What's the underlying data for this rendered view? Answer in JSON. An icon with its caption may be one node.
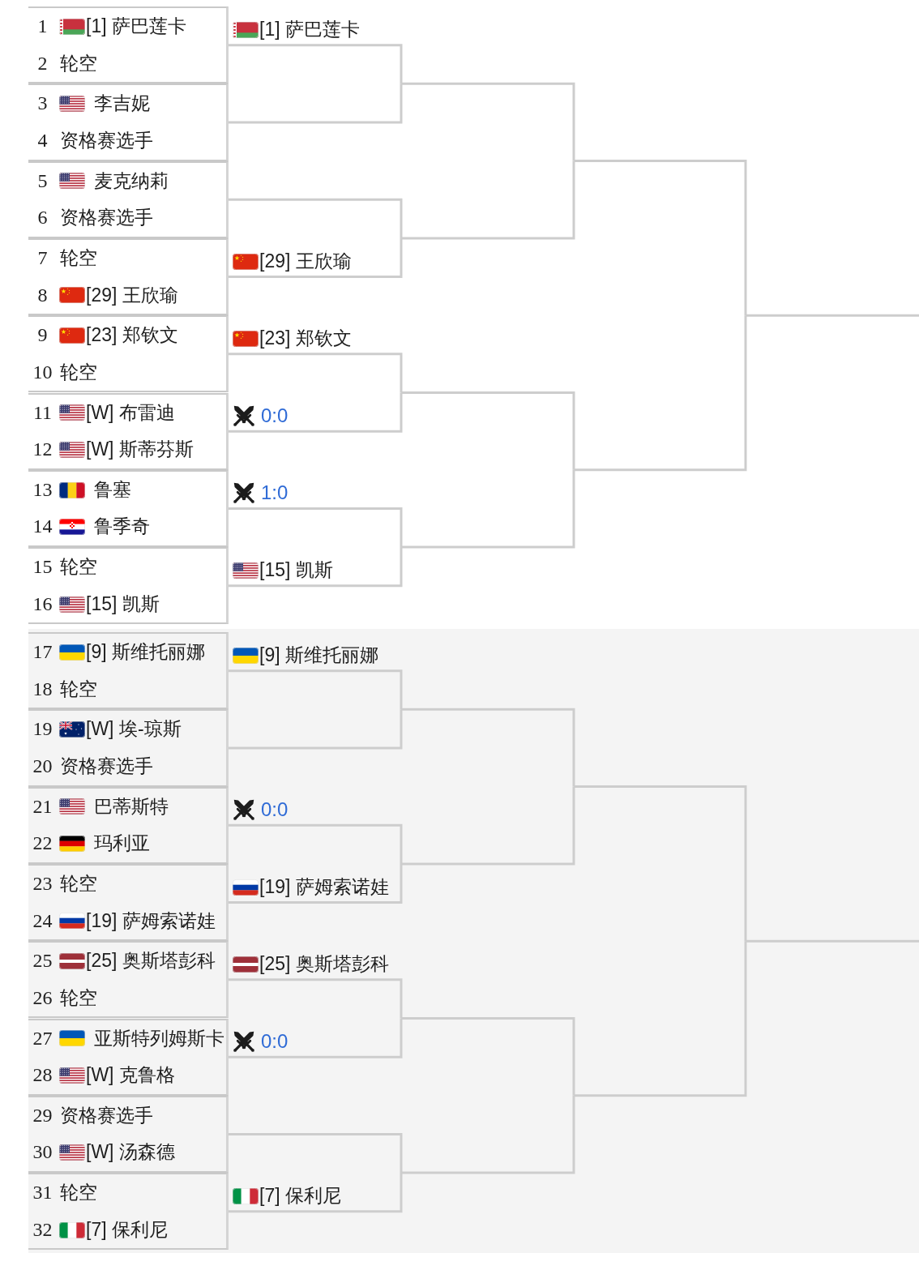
{
  "diagram": {
    "nodes": [
      {
        "text": [],
        "shape": "box"
      },
      {
        "text": [
          "1",
          "[1] 萨巴莲卡"
        ],
        "in": 0
      },
      {
        "text": [
          "2",
          "轮空"
        ],
        "in": 0
      },
      {
        "text": [],
        "shape": "box"
      },
      {
        "text": [
          "3",
          "李吉妮"
        ],
        "in": 3
      },
      {
        "text": [
          "4",
          "资格赛选手"
        ],
        "in": 3
      },
      {
        "text": [],
        "shape": "box"
      },
      {
        "text": [
          "5",
          "麦克纳莉"
        ],
        "in": 6
      },
      {
        "text": [
          "6",
          "资格赛选手"
        ],
        "in": 6
      },
      {
        "text": [],
        "shape": "box"
      },
      {
        "text": [
          "7",
          "轮空"
        ],
        "in": 9
      },
      {
        "text": [
          "8",
          "[29] 王欣瑜"
        ],
        "in": 9
      },
      {
        "text": [],
        "shape": "box"
      },
      {
        "text": [
          "9",
          "[23] 郑钦文"
        ],
        "in": 12
      },
      {
        "text": [
          "10",
          "轮空"
        ],
        "in": 12
      },
      {
        "text": [],
        "shape": "box"
      },
      {
        "text": [
          "11",
          "[W] 布雷迪"
        ],
        "in": 15
      },
      {
        "text": [
          "12",
          "[W] 斯蒂芬斯"
        ],
        "in": 15
      },
      {
        "text": [],
        "shape": "box"
      },
      {
        "text": [
          "13",
          "鲁塞"
        ],
        "in": 18
      },
      {
        "text": [
          "14",
          "鲁季奇"
        ],
        "in": 18
      },
      {
        "text": [],
        "shape": "box"
      },
      {
        "text": [
          "15",
          "轮空"
        ],
        "in": 21
      },
      {
        "text": [
          "16",
          "[15] 凯斯"
        ],
        "in": 21
      },
      {
        "text": [],
        "shape": "box"
      },
      {
        "text": [
          "17",
          "[9] 斯维托丽娜"
        ],
        "in": 24
      },
      {
        "text": [
          "18",
          "轮空"
        ],
        "in": 24
      },
      {
        "text": [],
        "shape": "box"
      },
      {
        "text": [
          "19",
          "[W] 埃-琼斯"
        ],
        "in": 27
      },
      {
        "text": [
          "20",
          "资格赛选手"
        ],
        "in": 27
      },
      {
        "text": [],
        "shape": "box"
      },
      {
        "text": [
          "21",
          "巴蒂斯特"
        ],
        "in": 30
      },
      {
        "text": [
          "22",
          "玛利亚"
        ],
        "in": 30
      },
      {
        "text": [],
        "shape": "box"
      },
      {
        "text": [
          "23",
          "轮空"
        ],
        "in": 33
      },
      {
        "text": [
          "24",
          "[19] 萨姆索诺娃"
        ],
        "in": 33
      },
      {
        "text": [],
        "shape": "box"
      },
      {
        "text": [
          "25",
          "[25] 奥斯塔彭科"
        ],
        "in": 36
      },
      {
        "text": [
          "26",
          "轮空"
        ],
        "in": 36
      },
      {
        "text": [],
        "shape": "box"
      },
      {
        "text": [
          "27",
          "亚斯特列姆斯卡"
        ],
        "in": 39
      },
      {
        "text": [
          "28",
          "[W] 克鲁格"
        ],
        "in": 39
      },
      {
        "text": [],
        "shape": "box"
      },
      {
        "text": [
          "29",
          "资格赛选手"
        ],
        "in": 42
      },
      {
        "text": [
          "30",
          "[W] 汤森德"
        ],
        "in": 42
      },
      {
        "text": [],
        "shape": "box"
      },
      {
        "text": [
          "31",
          "轮空"
        ],
        "in": 45
      },
      {
        "text": [
          "32",
          "[7] 保利尼"
        ],
        "in": 45
      },
      {
        "text": [
          "[1] 萨巴莲卡"
        ]
      },
      {
        "text": [
          "[29] 王欣瑜"
        ]
      },
      {
        "text": [
          "[23] 郑钦文"
        ]
      },
      {
        "text": [
          "0:0"
        ]
      },
      {
        "text": [
          "1:0"
        ]
      },
      {
        "text": [
          "[15] 凯斯"
        ]
      },
      {
        "text": [
          "[9] 斯维托丽娜"
        ]
      },
      {
        "text": [
          "0:0"
        ]
      },
      {
        "text": [
          "[19] 萨姆索诺娃"
        ]
      },
      {
        "text": [
          "[25] 奥斯塔彭科"
        ]
      },
      {
        "text": [
          "0:0"
        ]
      },
      {
        "text": [
          "[7] 保利尼"
        ]
      }
    ],
    "edges": [
      {
        "from": 0,
        "to": null,
        "arrow": "none"
      },
      {
        "from": 3,
        "to": null,
        "arrow": "none"
      },
      {
        "from": 6,
        "to": null,
        "arrow": "none"
      },
      {
        "from": 9,
        "to": null,
        "arrow": "none"
      },
      {
        "from": 12,
        "to": null,
        "arrow": "none"
      },
      {
        "from": 15,
        "to": null,
        "arrow": "none"
      },
      {
        "from": 18,
        "to": null,
        "arrow": "none"
      },
      {
        "from": 21,
        "to": null,
        "arrow": "none"
      },
      {
        "from": 24,
        "to": null,
        "arrow": "none"
      },
      {
        "from": 27,
        "to": null,
        "arrow": "none"
      },
      {
        "from": 30,
        "to": null,
        "arrow": "none"
      },
      {
        "from": 33,
        "to": null,
        "arrow": "none"
      },
      {
        "from": 36,
        "to": null,
        "arrow": "none"
      },
      {
        "from": 39,
        "to": null,
        "arrow": "none"
      },
      {
        "from": 42,
        "to": null,
        "arrow": "none"
      },
      {
        "from": 45,
        "to": null,
        "arrow": "none"
      }
    ]
  }
}
